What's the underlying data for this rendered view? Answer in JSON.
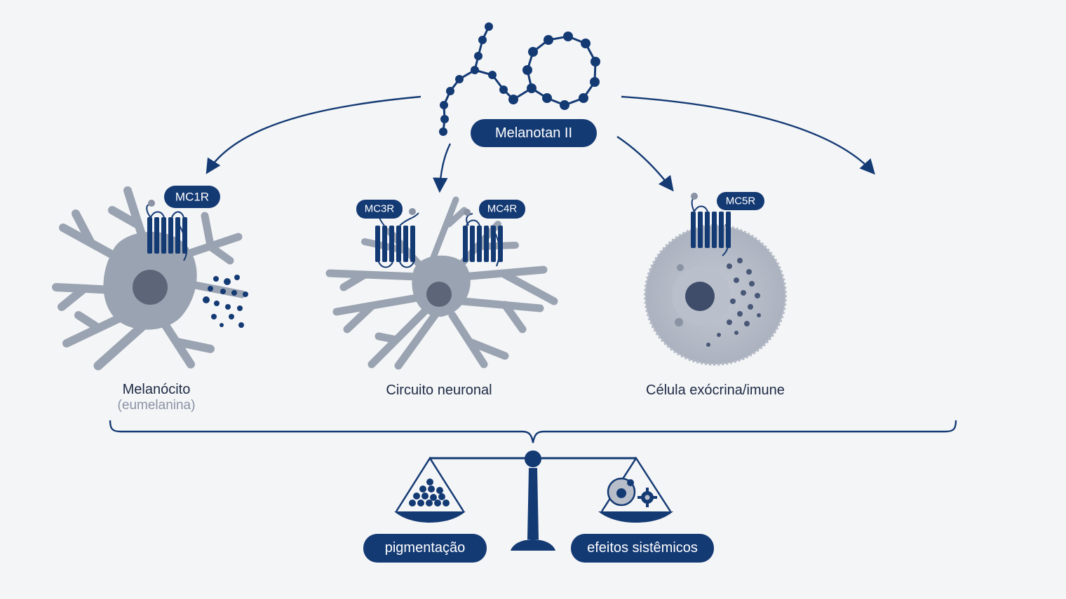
{
  "colors": {
    "navy": "#143a74",
    "cell_gray": "#9aa3b1",
    "nucleus": "#5d6678",
    "background": "#f4f5f7",
    "text_dark": "#1d2a44",
    "text_muted": "#8a93a3"
  },
  "peptide": {
    "label": "Melanotan II"
  },
  "receptors": {
    "mc1r": "MC1R",
    "mc3r": "MC3R",
    "mc4r": "MC4R",
    "mc5r": "MC5R"
  },
  "cells": {
    "melanocyte": {
      "label": "Melanócito",
      "sublabel": "(eumelanina)"
    },
    "neuron": {
      "label": "Circuito neuronal"
    },
    "exocrine": {
      "label": "Célula exócrina/imune"
    }
  },
  "balance": {
    "left_label": "pigmentação",
    "right_label": "efeitos sistêmicos"
  },
  "icons": {
    "left_pan": "pigment-granules-icon",
    "right_pan": "cell-gear-icon"
  }
}
